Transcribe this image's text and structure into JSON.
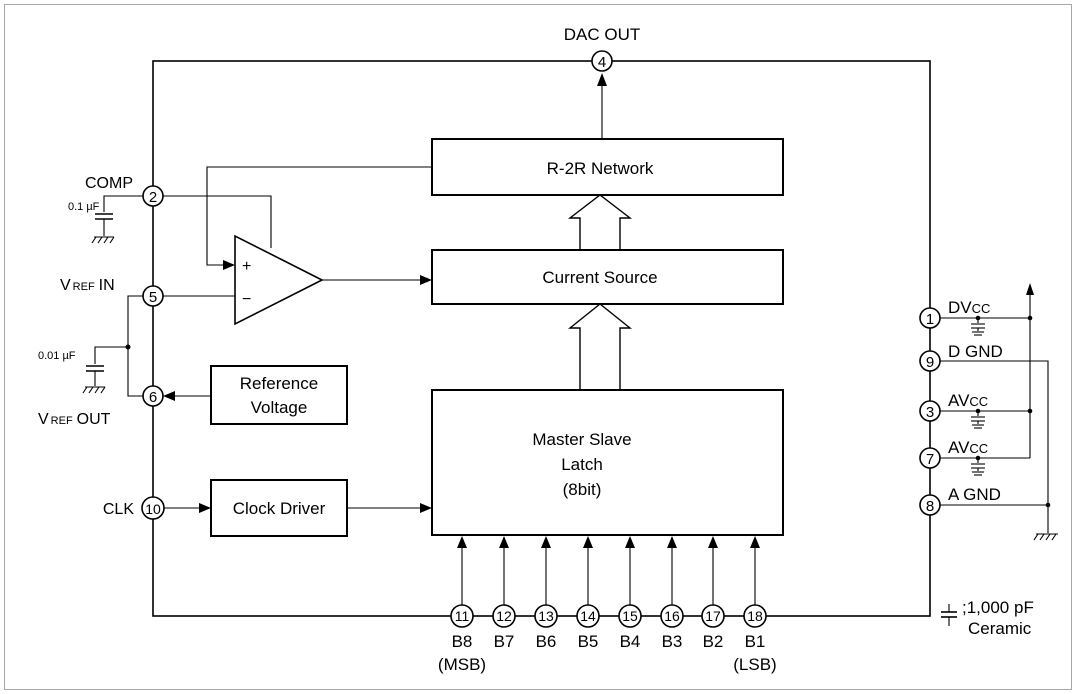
{
  "pins": {
    "p4": {
      "num": "4",
      "label": "DAC OUT"
    },
    "p2": {
      "num": "2",
      "label": "COMP"
    },
    "p5": {
      "num": "5",
      "label_main": "V",
      "label_sub": "REF",
      "label_tail": "IN"
    },
    "p6": {
      "num": "6",
      "label_main": "V",
      "label_sub": "REF",
      "label_tail": "OUT"
    },
    "p10": {
      "num": "10",
      "label": "CLK"
    },
    "p1": {
      "num": "1",
      "label_main": "DV",
      "label_sub": "CC"
    },
    "p9": {
      "num": "9",
      "label": "D GND"
    },
    "p3": {
      "num": "3",
      "label_main": "AV",
      "label_sub": "CC"
    },
    "p7": {
      "num": "7",
      "label_main": "AV",
      "label_sub": "CC"
    },
    "p8": {
      "num": "8",
      "label": "A GND"
    }
  },
  "blocks": {
    "r2r": "R-2R Network",
    "current_source": "Current Source",
    "reference_voltage_line1": "Reference",
    "reference_voltage_line2": "Voltage",
    "clock_driver": "Clock Driver",
    "latch_line1": "Master Slave",
    "latch_line2": "Latch",
    "latch_line3": "(8bit)"
  },
  "opamp": {
    "plus": "+",
    "minus": "−"
  },
  "caps": {
    "comp_cap": "0.1 µF",
    "vref_cap": "0.01 µF"
  },
  "data_pins": [
    {
      "num": "11",
      "label": "B8"
    },
    {
      "num": "12",
      "label": "B7"
    },
    {
      "num": "13",
      "label": "B6"
    },
    {
      "num": "14",
      "label": "B5"
    },
    {
      "num": "15",
      "label": "B4"
    },
    {
      "num": "16",
      "label": "B3"
    },
    {
      "num": "17",
      "label": "B2"
    },
    {
      "num": "18",
      "label": "B1"
    }
  ],
  "msb_label": "(MSB)",
  "lsb_label": "(LSB)",
  "legend": {
    "line1": ";1,000 pF",
    "line2": "Ceramic"
  }
}
